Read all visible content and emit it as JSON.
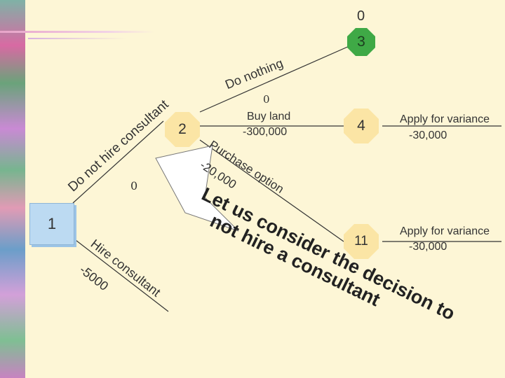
{
  "colors": {
    "background": "#fdf6d6",
    "node_fill": "#fbe5a5",
    "node_stroke": "#d3b66a",
    "decision1_fill": "#bcdaf2",
    "node3_fill": "#3fa946",
    "line": "#333333",
    "callout_fill": "#ffffff"
  },
  "nodes": {
    "n1": "1",
    "n2": "2",
    "n3": "3",
    "n4": "4",
    "n11": "11",
    "n3_value": "0"
  },
  "branches": {
    "do_not_hire": "Do not hire consultant",
    "do_not_hire_value": "0",
    "hire": "Hire consultant",
    "hire_cost": "-5000",
    "do_nothing": "Do nothing",
    "do_nothing_value": "0",
    "buy_land": "Buy land",
    "buy_land_cost": "-300,000",
    "purchase_option": "Purchase option",
    "purchase_option_cost": "-20,000",
    "apply_variance_1": "Apply for variance",
    "apply_variance_1_cost": "-30,000",
    "apply_variance_2": "Apply for variance",
    "apply_variance_2_cost": "-30,000"
  },
  "callout": {
    "line1": "Let us consider the decision to",
    "line2": "not hire a consultant"
  }
}
